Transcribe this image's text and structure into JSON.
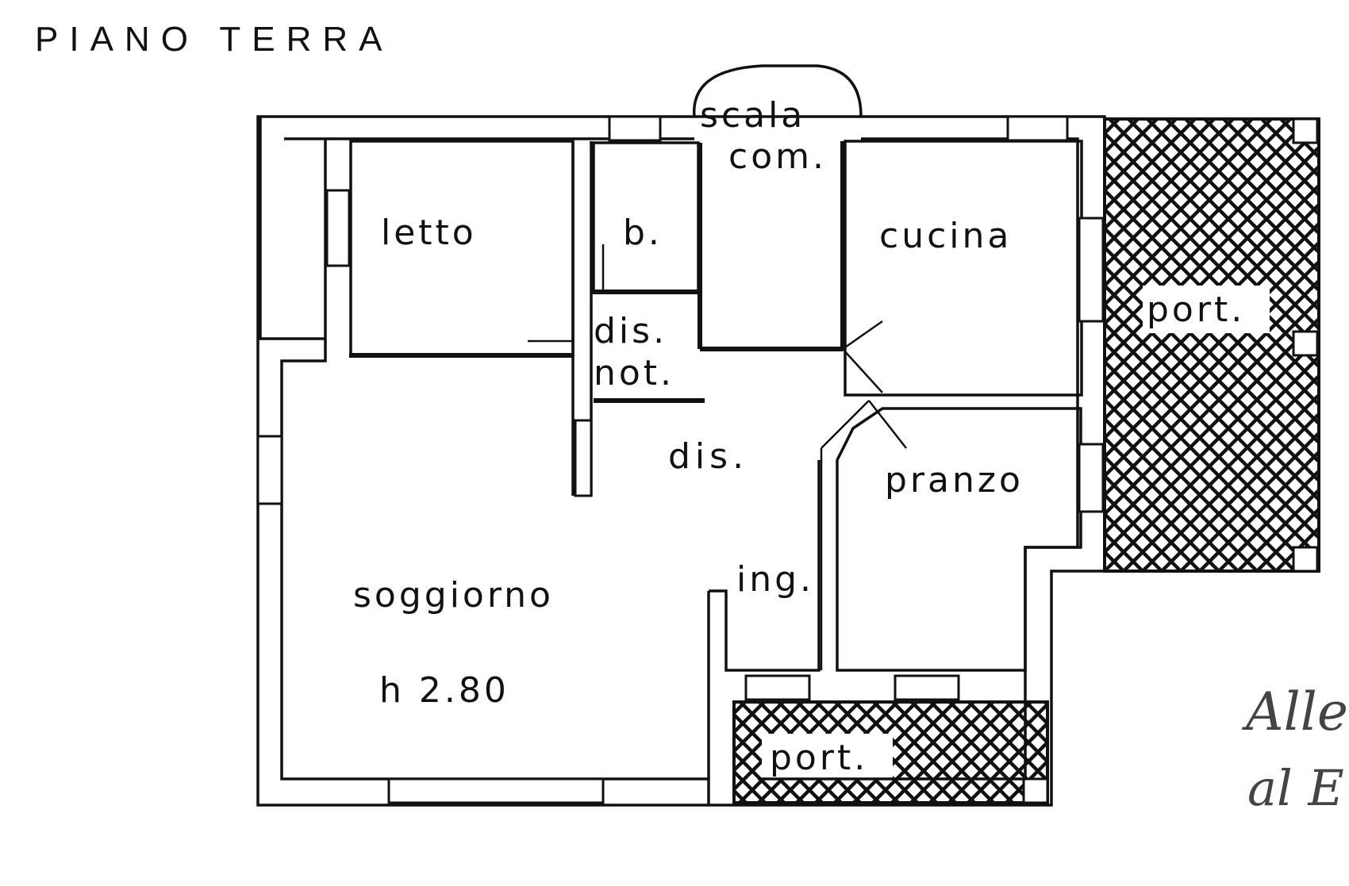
{
  "title": "PIANO  TERRA",
  "rooms": {
    "letto": "letto",
    "bagno": "b.",
    "scala_1": "scala",
    "scala_2": "com.",
    "cucina": "cucina",
    "portico_east": "port.",
    "dis_not_1": "dis.",
    "dis_not_2": "not.",
    "disimpegno": "dis.",
    "pranzo": "pranzo",
    "ingresso": "ing.",
    "soggiorno": "soggiorno",
    "height": "h 2.80",
    "portico_south": "port."
  },
  "handwritten": {
    "line1": "Alleg",
    "line2": "al E"
  }
}
